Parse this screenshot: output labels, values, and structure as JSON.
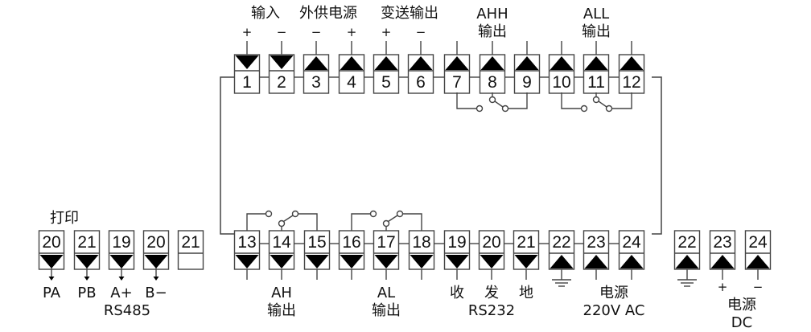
{
  "title": "接线图",
  "top_row": {
    "terminals": [
      {
        "num": "1",
        "arrow": "down"
      },
      {
        "num": "2",
        "arrow": "down"
      },
      {
        "num": "3",
        "arrow": "up"
      },
      {
        "num": "4",
        "arrow": "up"
      },
      {
        "num": "5",
        "arrow": "up"
      },
      {
        "num": "6",
        "arrow": "up"
      },
      {
        "num": "7",
        "arrow": "up"
      },
      {
        "num": "8",
        "arrow": "up"
      },
      {
        "num": "9",
        "arrow": "up"
      },
      {
        "num": "10",
        "arrow": "up"
      },
      {
        "num": "11",
        "arrow": "up"
      },
      {
        "num": "12",
        "arrow": "up"
      }
    ],
    "polarity": [
      "+",
      "−",
      "−",
      "+",
      "+",
      "−"
    ],
    "group_labels": {
      "input": "输入",
      "aux_power": "外供电源",
      "transmit_output": "变送输出",
      "ahh_line1": "AHH",
      "ahh_line2": "输出",
      "all_line1": "ALL",
      "all_line2": "输出"
    }
  },
  "bottom_row": {
    "terminals": [
      {
        "num": "13",
        "arrow": "down"
      },
      {
        "num": "14",
        "arrow": "down"
      },
      {
        "num": "15",
        "arrow": "down"
      },
      {
        "num": "16",
        "arrow": "down"
      },
      {
        "num": "17",
        "arrow": "down"
      },
      {
        "num": "18",
        "arrow": "down"
      },
      {
        "num": "19",
        "arrow": "down"
      },
      {
        "num": "20",
        "arrow": "down"
      },
      {
        "num": "21",
        "arrow": "down"
      },
      {
        "num": "22",
        "arrow": "up"
      },
      {
        "num": "23",
        "arrow": "up"
      },
      {
        "num": "24",
        "arrow": "up"
      }
    ],
    "labels": {
      "ah_line1": "AH",
      "ah_line2": "输出",
      "al_line1": "AL",
      "al_line2": "输出",
      "rx": "收",
      "tx": "发",
      "gnd": "地",
      "rs232": "RS232",
      "power_line1": "电源",
      "power_line2": "220V AC"
    }
  },
  "print_group": {
    "title": "打印",
    "terminals": [
      {
        "num": "20",
        "label": "PA"
      },
      {
        "num": "21",
        "label": "PB"
      },
      {
        "num": "19",
        "label": "A+"
      },
      {
        "num": "20",
        "label": "B−"
      },
      {
        "num": "21",
        "label": ""
      }
    ],
    "rs485": "RS485"
  },
  "dc_group": {
    "terminals": [
      {
        "num": "22"
      },
      {
        "num": "23"
      },
      {
        "num": "24"
      }
    ],
    "polarity": [
      "+",
      "−"
    ],
    "power_line1": "电源",
    "power_line2": "DC"
  }
}
